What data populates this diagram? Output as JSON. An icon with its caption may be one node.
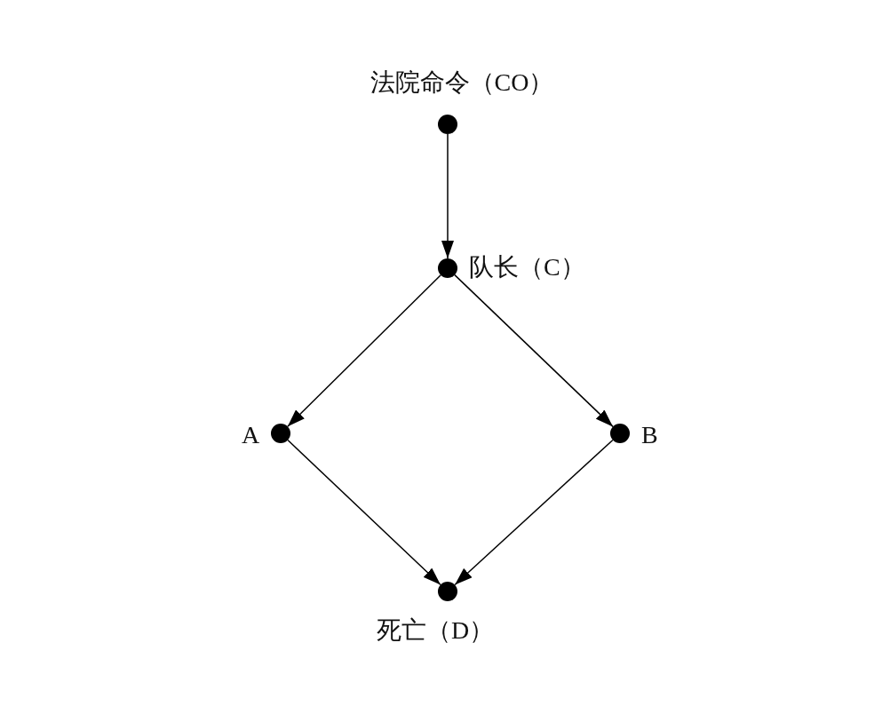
{
  "diagram": {
    "nodes": [
      {
        "text": [],
        "shape": "circle",
        "beside": [
          "法院命令（CO）"
        ]
      },
      {
        "text": [],
        "shape": "circle",
        "beside": [
          "队长（C）"
        ]
      },
      {
        "text": [],
        "shape": "circle",
        "beside": [
          "A"
        ]
      },
      {
        "text": [],
        "shape": "circle",
        "beside": [
          "B"
        ]
      },
      {
        "text": [],
        "shape": "circle",
        "beside": [
          "死亡（D）"
        ]
      }
    ],
    "edges": [
      {
        "from": 0,
        "to": 1,
        "arrow": "to"
      },
      {
        "from": 1,
        "to": 2,
        "arrow": "to"
      },
      {
        "from": 1,
        "to": 3,
        "arrow": "to"
      },
      {
        "from": 2,
        "to": 4,
        "arrow": "to"
      },
      {
        "from": 3,
        "to": 4,
        "arrow": "to"
      }
    ]
  }
}
